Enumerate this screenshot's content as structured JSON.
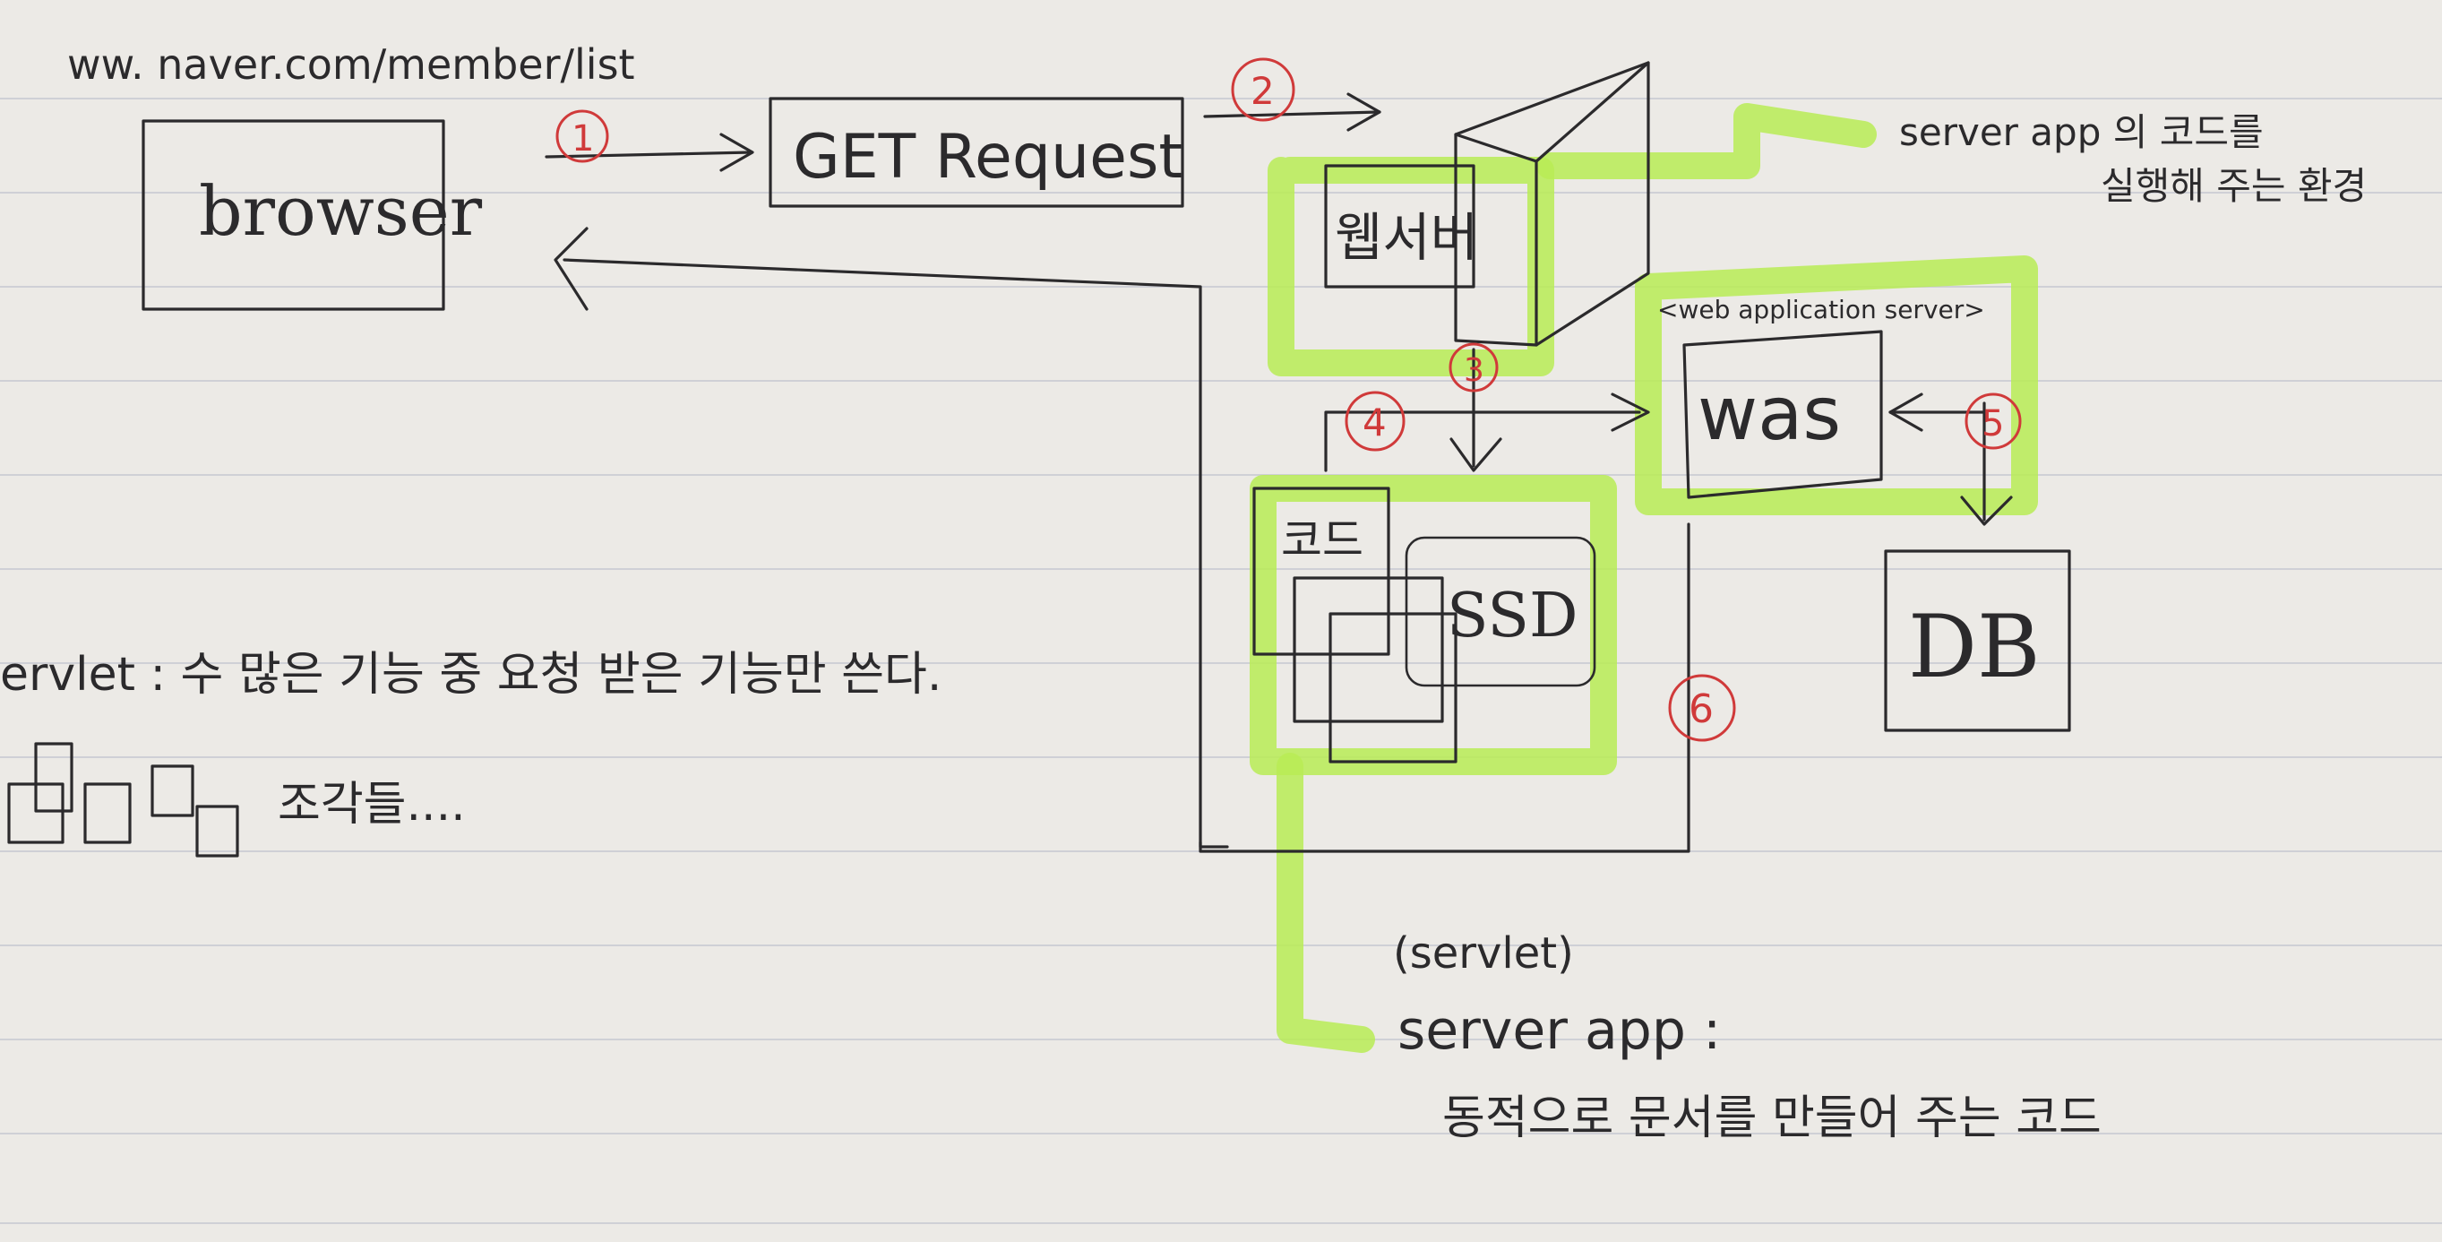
{
  "url": "ww. naver.com/member/list",
  "boxes": {
    "browser": "browser",
    "get_request": "GET Request",
    "web_server": "웹서버",
    "code": "코드",
    "ssd": "SSD",
    "was": "was",
    "was_caption": "<web application server>",
    "db": "DB"
  },
  "notes": {
    "server_app_line1": "server app 의 코드를",
    "server_app_line2": "실행해 주는 환경",
    "servlet_note": "ervlet : 수 많은 기능 중 요청 받은 기능만 쓴다.",
    "pieces": "조각들....",
    "servlet_paren": "(servlet)",
    "server_app_label": "server app :",
    "server_app_desc": "동적으로 문서를 만들어 주는 코드"
  },
  "steps": [
    "1",
    "2",
    "3",
    "4",
    "5",
    "6"
  ],
  "colors": {
    "ink": "#2b2a2c",
    "highlighter": "#b9ec55",
    "step_red": "#d03a3a",
    "paper": "#eceae6"
  }
}
